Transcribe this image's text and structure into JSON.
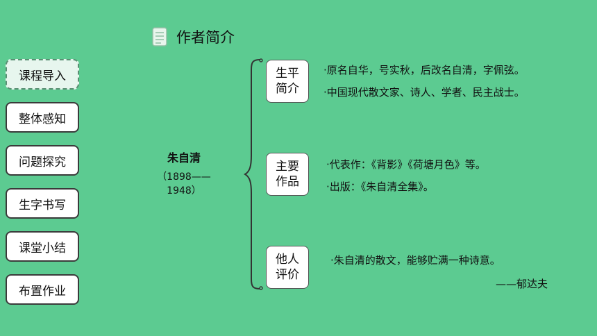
{
  "header": {
    "title": "作者简介",
    "icon": "scroll-icon"
  },
  "nav": {
    "items": [
      {
        "label": "课程导入",
        "active": true
      },
      {
        "label": "整体感知",
        "active": false
      },
      {
        "label": "问题探究",
        "active": false
      },
      {
        "label": "生字书写",
        "active": false
      },
      {
        "label": "课堂小结",
        "active": false
      },
      {
        "label": "布置作业",
        "active": false
      }
    ]
  },
  "author": {
    "name": "朱自清",
    "years": "（1898——1948）"
  },
  "sections": [
    {
      "label_line1": "生平",
      "label_line2": "简介",
      "lines": [
        "·原名自华，号实秋，后改名自清，字佩弦。",
        "·中国现代散文家、诗人、学者、民主战士。"
      ]
    },
    {
      "label_line1": "主要",
      "label_line2": "作品",
      "lines": [
        "·代表作：《背影》《荷塘月色》等。",
        "·出版：《朱自清全集》。"
      ]
    },
    {
      "label_line1": "他人",
      "label_line2": "评价",
      "lines": [
        "·朱自清的散文，能够贮满一种诗意。",
        "——郁达夫"
      ]
    }
  ],
  "colors": {
    "background": "#5ccb91",
    "box": "#ffffff",
    "border": "#3a3a3a"
  }
}
